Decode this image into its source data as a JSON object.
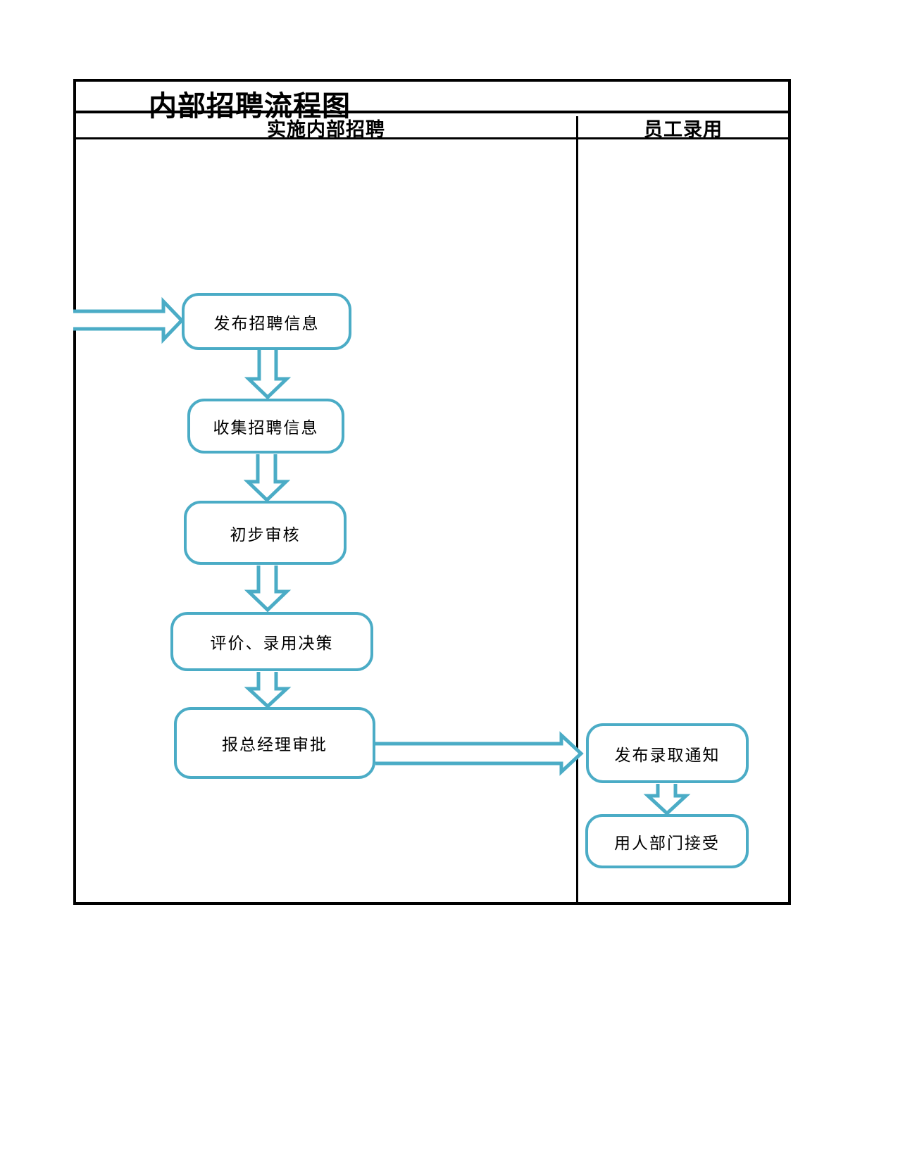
{
  "page": {
    "title": "内部招聘流程图"
  },
  "lanes": {
    "left_header": "实施内部招聘",
    "right_header": "员工录用"
  },
  "nodes": [
    {
      "id": "publish-recruitment-info",
      "label": "发布招聘信息",
      "lane": "实施内部招聘"
    },
    {
      "id": "collect-recruitment-info",
      "label": "收集招聘信息",
      "lane": "实施内部招聘"
    },
    {
      "id": "preliminary-review",
      "label": "初步审核",
      "lane": "实施内部招聘"
    },
    {
      "id": "evaluation-hiring-decision",
      "label": "评价、录用决策",
      "lane": "实施内部招聘"
    },
    {
      "id": "report-gm-approval",
      "label": "报总经理审批",
      "lane": "实施内部招聘"
    },
    {
      "id": "issue-offer-notice",
      "label": "发布录取通知",
      "lane": "员工录用"
    },
    {
      "id": "hiring-dept-accept",
      "label": "用人部门接受",
      "lane": "员工录用"
    }
  ],
  "edges": [
    {
      "from": "lane-entry",
      "to": "publish-recruitment-info"
    },
    {
      "from": "publish-recruitment-info",
      "to": "collect-recruitment-info"
    },
    {
      "from": "collect-recruitment-info",
      "to": "preliminary-review"
    },
    {
      "from": "preliminary-review",
      "to": "evaluation-hiring-decision"
    },
    {
      "from": "evaluation-hiring-decision",
      "to": "report-gm-approval"
    },
    {
      "from": "report-gm-approval",
      "to": "issue-offer-notice"
    },
    {
      "from": "issue-offer-notice",
      "to": "hiring-dept-accept"
    }
  ],
  "colors": {
    "accent": "#4BACC6",
    "frame_border": "#000000",
    "node_fill": "#FFFFFF",
    "text": "#000000"
  }
}
